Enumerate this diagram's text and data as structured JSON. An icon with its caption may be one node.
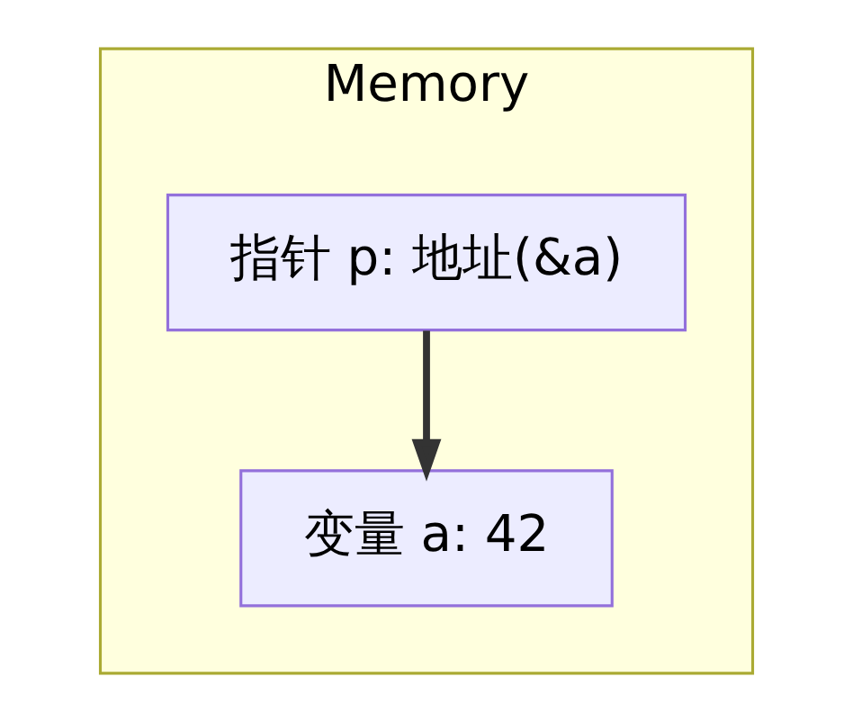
{
  "diagram": {
    "nodes": [
      {
        "text": [
          "Memory"
        ]
      },
      {
        "text": [
          "指针 p: 地址(&a)"
        ],
        "in": 0
      },
      {
        "text": [
          "变量 a: 42"
        ],
        "in": 0
      }
    ],
    "edges": [
      {
        "from": 1,
        "to": 2,
        "arrow": "to"
      }
    ]
  }
}
